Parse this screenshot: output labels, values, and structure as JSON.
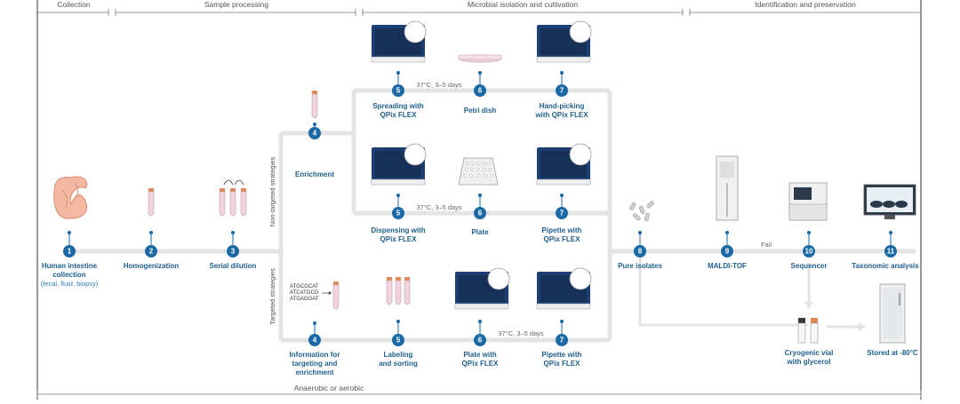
{
  "sections": [
    "Collection",
    "Sample processing",
    "Microbial isolation and cultivation",
    "Identification and preservation"
  ],
  "bottom_label": "Anaerobic or aerobic",
  "side_labels": {
    "upper": "Non-targeted strategies",
    "lower": "Targeted strategies"
  },
  "steps": {
    "s1": {
      "num": "1",
      "label": "Human intestine",
      "label2": "collection",
      "sub": "(fecal, fluid, biopsy)"
    },
    "s2": {
      "num": "2",
      "label": "Homogenization"
    },
    "s3": {
      "num": "3",
      "label": "Serial dilution"
    },
    "s4a": {
      "num": "4",
      "label": "Enrichment"
    },
    "s4b": {
      "num": "4",
      "label": "Information for",
      "label2": "targeting and",
      "label3": "enrichment"
    },
    "r1_5": {
      "num": "5",
      "label": "Spreading with",
      "label2": "QPix FLEX"
    },
    "r1_6": {
      "num": "6",
      "label": "Petri dish"
    },
    "r1_7": {
      "num": "7",
      "label": "Hand-picking",
      "label2": "with QPix FLEX"
    },
    "r2_5": {
      "num": "5",
      "label": "Dispensing with",
      "label2": "QPix FLEX"
    },
    "r2_6": {
      "num": "6",
      "label": "Plate"
    },
    "r2_7": {
      "num": "7",
      "label": "Pipette with",
      "label2": "QPix FLEX"
    },
    "r3_5": {
      "num": "5",
      "label": "Labeling",
      "label2": "and sorting"
    },
    "r3_6": {
      "num": "6",
      "label": "Plate with",
      "label2": "QPix FLEX"
    },
    "r3_7": {
      "num": "7",
      "label": "Pipette with",
      "label2": "QPix FLEX"
    },
    "s8": {
      "num": "8",
      "label": "Pure isolates"
    },
    "s9": {
      "num": "9",
      "label": "MALDI-TOF"
    },
    "s10": {
      "num": "10",
      "label": "Sequencer"
    },
    "s11": {
      "num": "11",
      "label": "Taxonomic analysis"
    },
    "vial": {
      "label": "Cryogenic vial",
      "label2": "with glycerol"
    },
    "freezer": {
      "label": "Stored at -80°C"
    }
  },
  "incubation_note": "37°C, 3–5 days",
  "fail_label": "Fail",
  "sequences": [
    "ATGCGCAT",
    "ATCATGCG",
    "ATGAGGAT"
  ],
  "colors": {
    "node": "#1b6aa5",
    "label": "#1e5f8c",
    "line": "#e3e3e3",
    "device": "#1b3f73"
  }
}
